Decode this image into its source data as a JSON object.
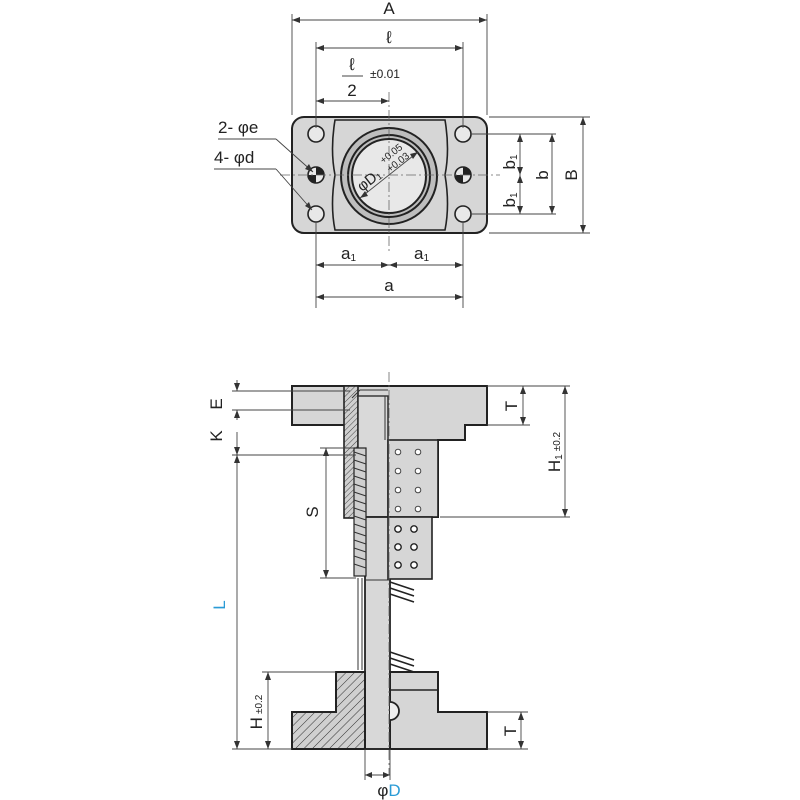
{
  "top_view": {
    "dims": {
      "A": "A",
      "l": "ℓ",
      "l_half_num": "ℓ",
      "l_half_den": "2",
      "l_half_tol": "±0.01",
      "phi_e": "2- φe",
      "phi_d": "4- φd",
      "bore": "φD₁",
      "bore_tol_upper": "+0.05",
      "bore_tol_lower": "+0.03",
      "a1_left": "a",
      "a1_left_sub": "1",
      "a1_right": "a",
      "a1_right_sub": "1",
      "a": "a",
      "b1_top": "b",
      "b1_top_sub": "1",
      "b1_bot": "b",
      "b1_bot_sub": "1",
      "b": "b",
      "B": "B"
    }
  },
  "side_view": {
    "dims": {
      "E": "E",
      "K": "K",
      "S": "S",
      "L": "L",
      "H": "H",
      "H_tol": "±0.2",
      "H1": "H",
      "H1_sub": "1",
      "H1_tol": "±0.2",
      "T_top": "T",
      "T_bot": "T",
      "phiD_prefix": "φ",
      "phiD_letter": "D"
    }
  },
  "colors": {
    "part_fill": "#d6d6d6",
    "accent_blue": "#2a9bd6",
    "line": "#222222"
  }
}
